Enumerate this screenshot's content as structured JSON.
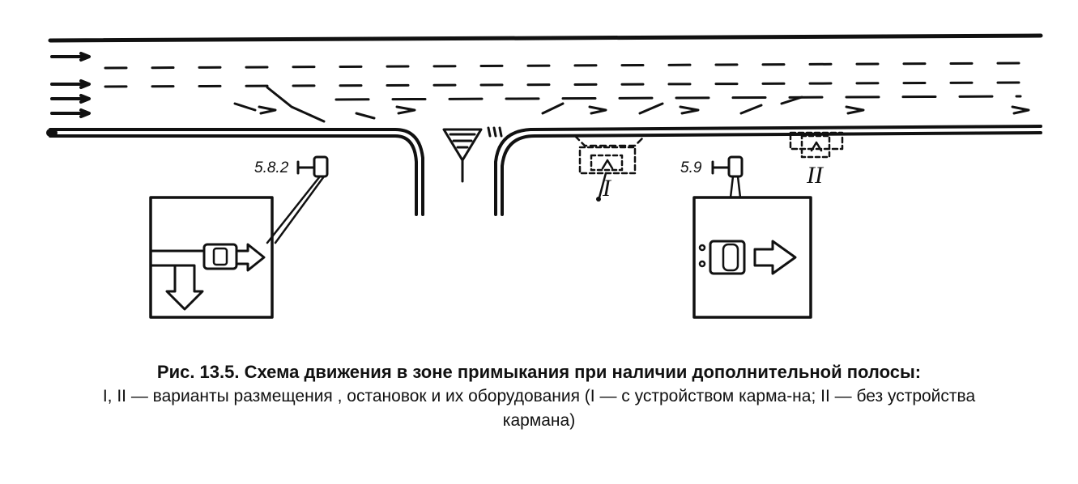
{
  "diagram": {
    "sign_1_label": "5.8.2",
    "sign_2_label": "5.9",
    "variant_1_label": "I",
    "variant_2_label": "II"
  },
  "caption": {
    "title": "Рис. 13.5. Схема движения в зоне примыкания при наличии дополнительной полосы:",
    "body": "I, II — варианты размещения , остановок и их оборудования (I — с устройством карма-на; II — без устройства кармана)"
  }
}
